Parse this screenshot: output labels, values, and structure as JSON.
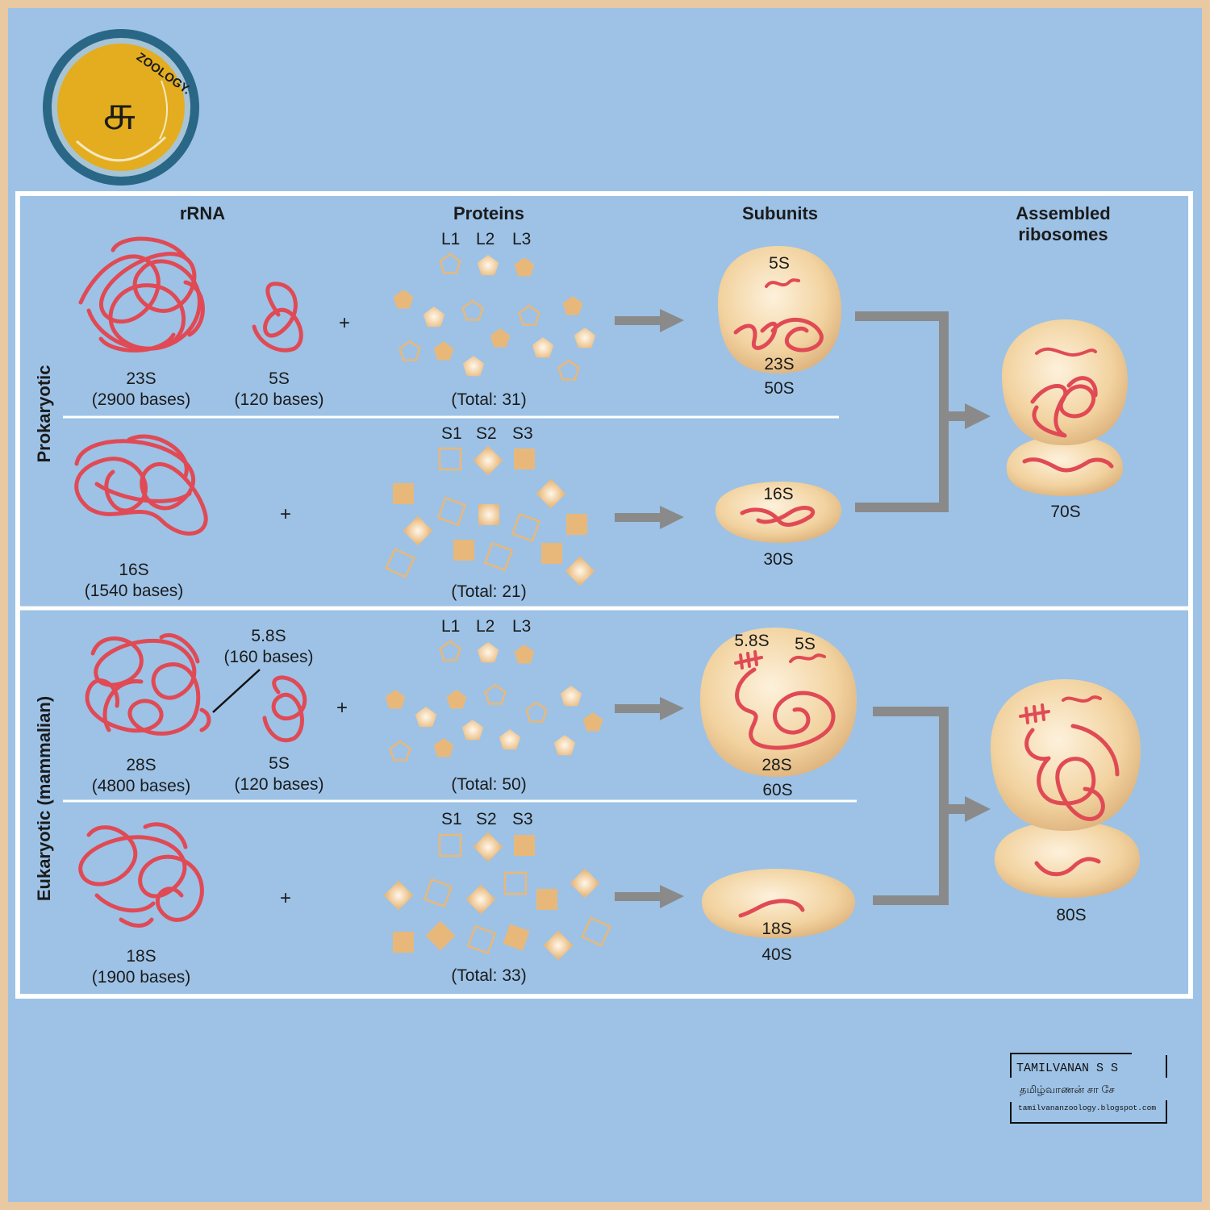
{
  "colors": {
    "outer_border": "#e9c9a2",
    "background": "#9dc2e6",
    "panel_border": "#ffffff",
    "rrna": "#e04a55",
    "protein": "#e8b87a",
    "subunit": "#f4d8a8",
    "arrow": "#8a8a8a"
  },
  "logo": {
    "text": "ZOOLOGY.",
    "glyph": "சு"
  },
  "headers": {
    "rrna": "rRNA",
    "proteins": "Proteins",
    "subunits": "Subunits",
    "assembled_line1": "Assembled",
    "assembled_line2": "ribosomes"
  },
  "side_labels": {
    "prokaryotic": "Prokaryotic",
    "eukaryotic": "Eukaryotic (mammalian)"
  },
  "symbols": {
    "plus": "+"
  },
  "prokaryotic": {
    "large": {
      "rrna_a_name": "23S",
      "rrna_a_bases": "(2900 bases)",
      "rrna_b_name": "5S",
      "rrna_b_bases": "(120 bases)",
      "protein_labels": [
        "L1",
        "L2",
        "L3"
      ],
      "protein_total": "(Total: 31)",
      "subunit_inner_top": "5S",
      "subunit_inner_bottom": "23S",
      "subunit_name": "50S"
    },
    "small": {
      "rrna_name": "16S",
      "rrna_bases": "(1540 bases)",
      "protein_labels": [
        "S1",
        "S2",
        "S3"
      ],
      "protein_total": "(Total: 21)",
      "subunit_inner": "16S",
      "subunit_name": "30S"
    },
    "assembled": "70S"
  },
  "eukaryotic": {
    "large": {
      "rrna_a_name": "28S",
      "rrna_a_bases": "(4800 bases)",
      "rrna_c_name": "5.8S",
      "rrna_c_bases": "(160 bases)",
      "rrna_b_name": "5S",
      "rrna_b_bases": "(120 bases)",
      "protein_labels": [
        "L1",
        "L2",
        "L3"
      ],
      "protein_total": "(Total: 50)",
      "subunit_inner_a": "5.8S",
      "subunit_inner_b": "5S",
      "subunit_inner_bottom": "28S",
      "subunit_name": "60S"
    },
    "small": {
      "rrna_name": "18S",
      "rrna_bases": "(1900 bases)",
      "protein_labels": [
        "S1",
        "S2",
        "S3"
      ],
      "protein_total": "(Total: 33)",
      "subunit_inner": "18S",
      "subunit_name": "40S"
    },
    "assembled": "80S"
  },
  "signature": {
    "line1": "TAMILVANAN S S",
    "line2": "தமிழ்வாணன் சா சே",
    "line3": "tamilvananzoology.blogspot.com"
  }
}
